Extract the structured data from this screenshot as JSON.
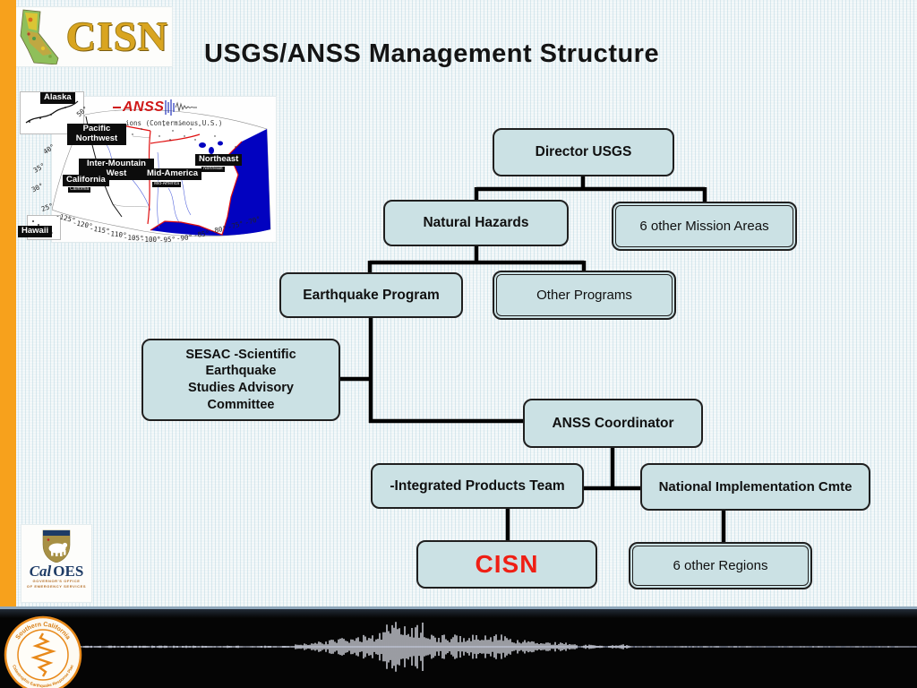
{
  "header": {
    "logo_text": "CISN",
    "title": "USGS/ANSS Management Structure"
  },
  "map": {
    "anss_logo_text": "ANSS",
    "caption": "ions (Conterminous U.S.)",
    "labels": {
      "alaska": "Alaska",
      "pacific_northwest": "Pacific\nNorthwest",
      "inter_mountain_west": "Inter-Mountain\nWest",
      "northeast": "Northeast",
      "northeast_sub": "Northeast",
      "mid_america": "Mid-America",
      "mid_america_sub": "Mid-America",
      "california": "California",
      "california_sub": "California",
      "hawaii": "Hawaii"
    },
    "lat_labels": [
      "50°",
      "40°",
      "35°",
      "30°",
      "25°"
    ],
    "lon_labels": [
      "-125°",
      "-120°",
      "-115°",
      "-110°",
      "-105°",
      "-100°",
      "-95°",
      "-90°",
      "-85°",
      "-80°",
      "-75°",
      "-70°"
    ]
  },
  "org_chart": {
    "nodes": [
      {
        "id": "director-usgs",
        "label": "Director USGS"
      },
      {
        "id": "natural-hazards",
        "label": "Natural Hazards"
      },
      {
        "id": "mission-areas",
        "label": "6 other Mission Areas"
      },
      {
        "id": "earthquake-program",
        "label": "Earthquake Program"
      },
      {
        "id": "other-programs",
        "label": "Other Programs"
      },
      {
        "id": "sesac",
        "label": "SESAC -Scientific\nEarthquake\nStudies Advisory\nCommittee"
      },
      {
        "id": "anss-coordinator",
        "label": "ANSS Coordinator"
      },
      {
        "id": "integrated-products-team",
        "label": "-Integrated Products Team"
      },
      {
        "id": "national-implementation-cmte",
        "label": "National Implementation Cmte"
      },
      {
        "id": "cisn",
        "label": "CISN"
      },
      {
        "id": "regions",
        "label": "6 other Regions"
      }
    ]
  },
  "cal_oes": {
    "cal": "Cal",
    "oes": "OES",
    "line1": "GOVERNOR'S OFFICE",
    "line2": "OF EMERGENCY SERVICES"
  },
  "seal": {
    "arc_top": "Southern California",
    "arc_bottom": "Catastrophic Earthquake Response Plan"
  },
  "colors": {
    "accent_orange": "#f7a11c",
    "node_fill": "#cbe1e4",
    "node_border": "#1f1f1f",
    "cisn_red": "#ef1f14",
    "map_ocean": "#0202c0",
    "region_line": "#e01010",
    "seal_orange": "#e8891a",
    "footer_line": "#8ea6ba"
  }
}
